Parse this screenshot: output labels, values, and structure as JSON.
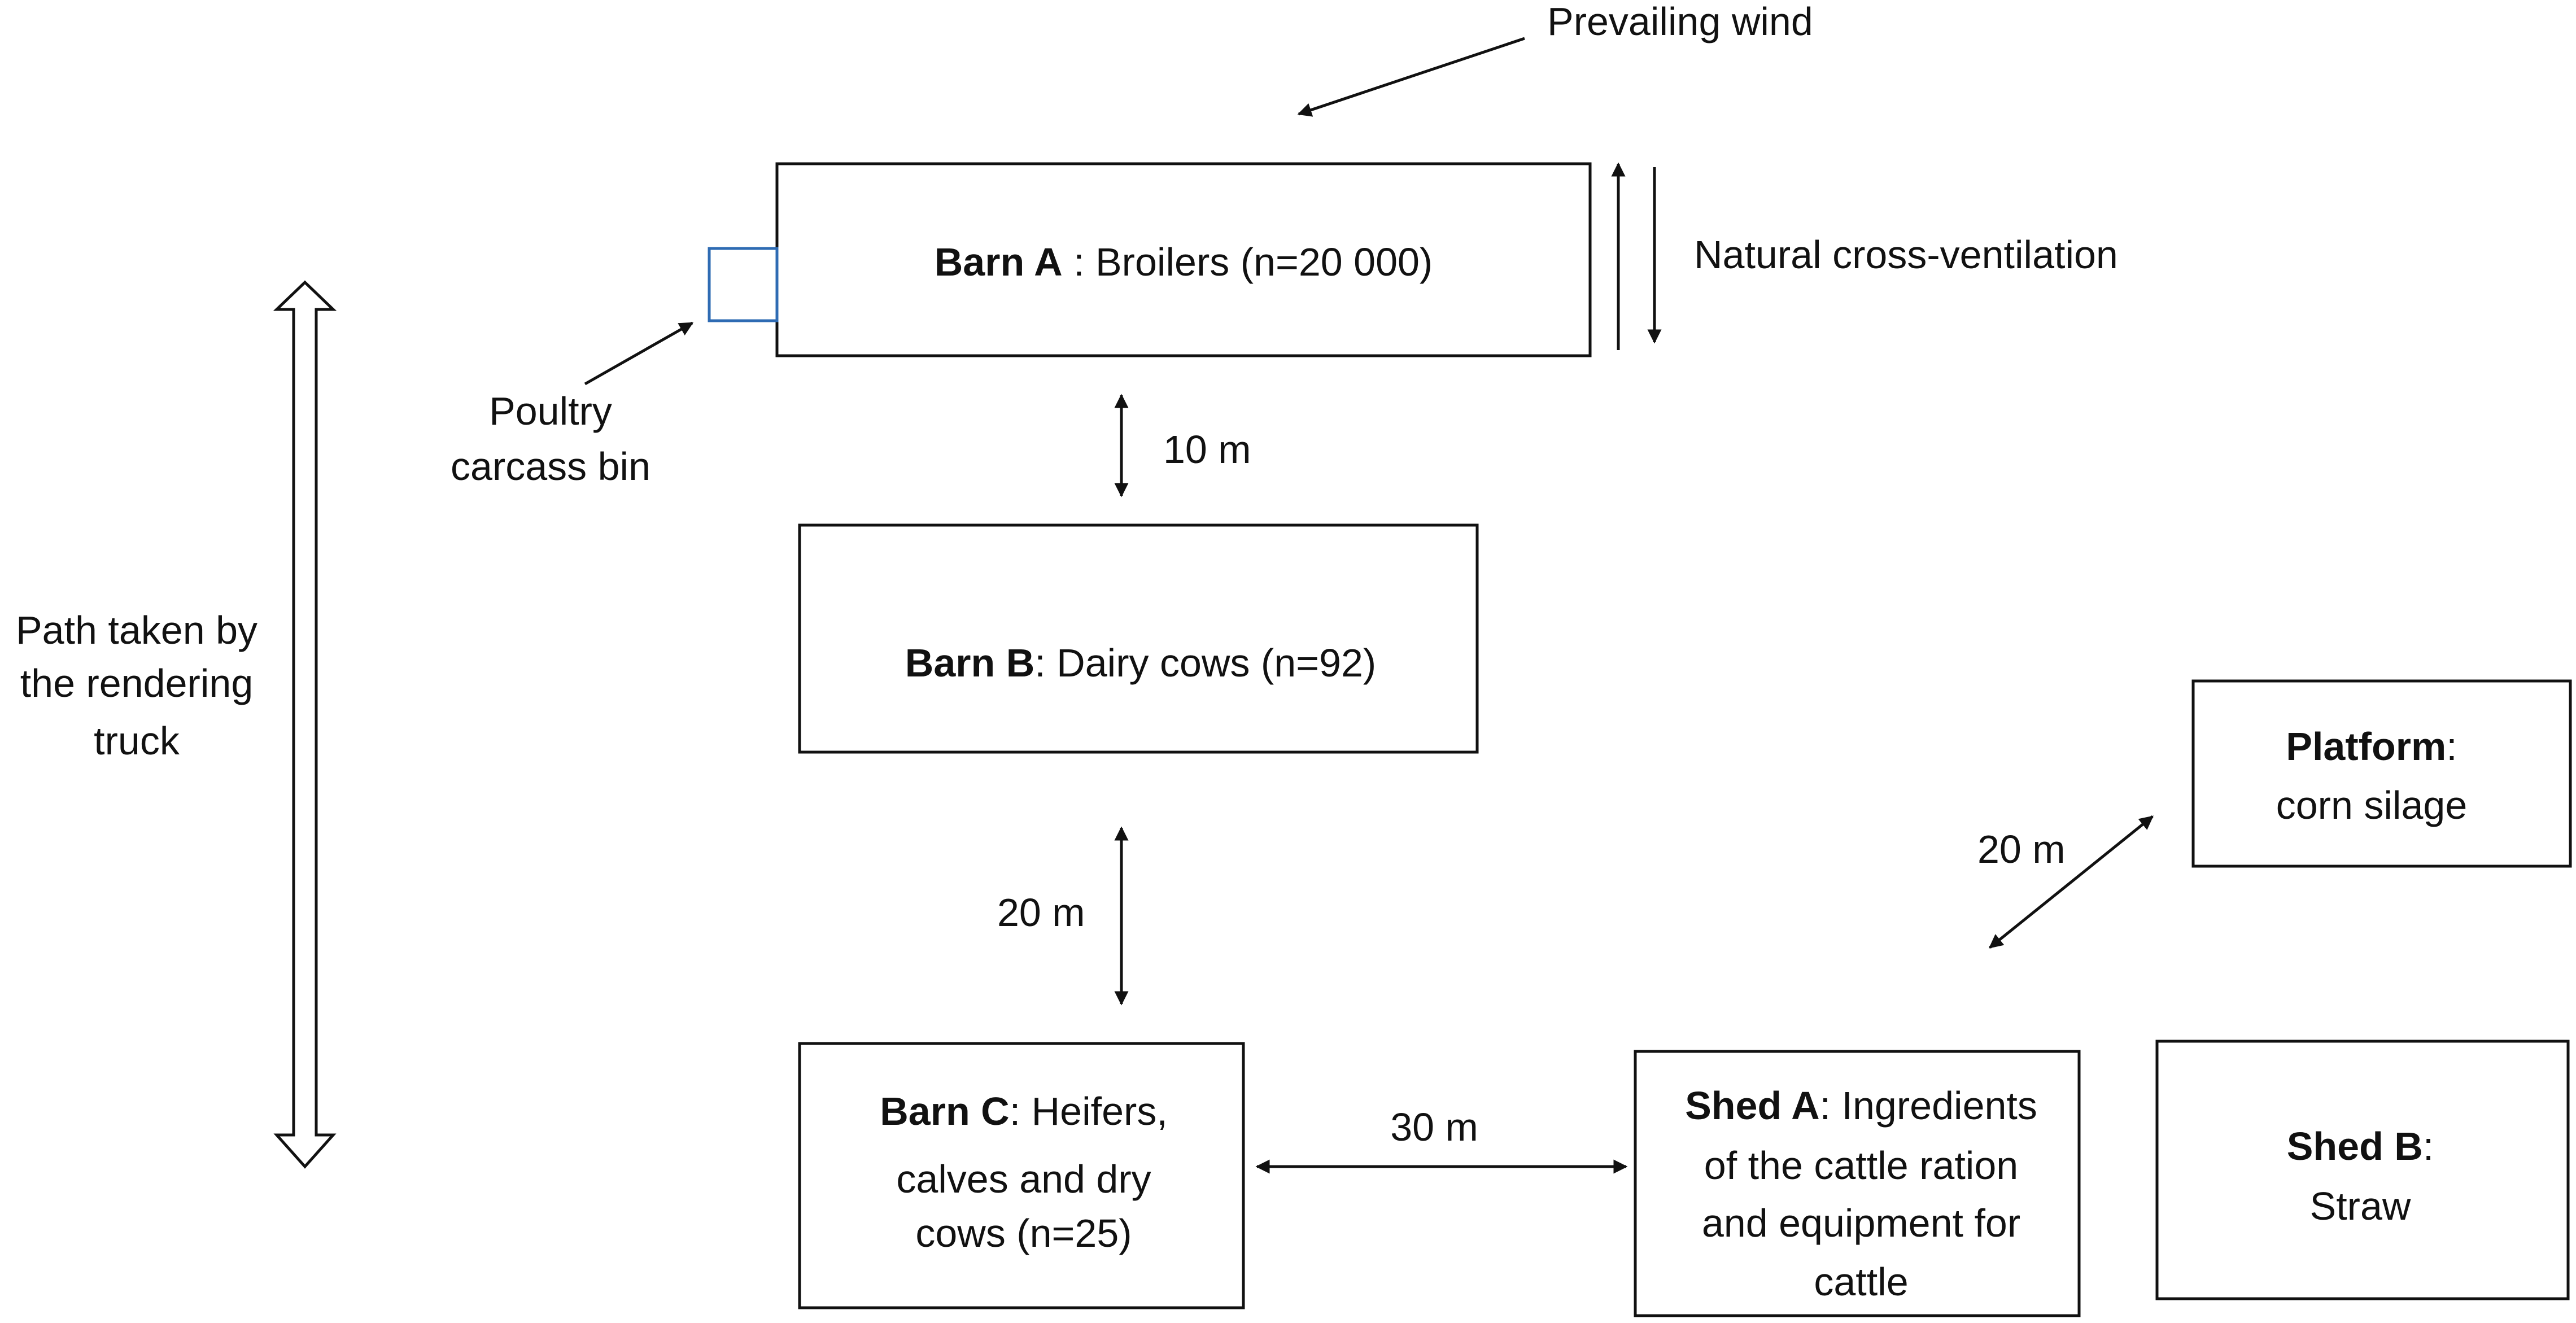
{
  "annotations": {
    "prevailing_wind": "Prevailing wind",
    "natural_cross_ventilation": "Natural cross-ventilation",
    "poultry_carcass_bin_line1": "Poultry",
    "poultry_carcass_bin_line2": "carcass bin",
    "truck_path_line1": "Path taken by",
    "truck_path_line2": "the rendering",
    "truck_path_line3": "truck"
  },
  "buildings": {
    "barn_a": {
      "name": "Barn A",
      "desc": " : Broilers (n=20 000)"
    },
    "barn_b": {
      "name": "Barn B",
      "desc": ": Dairy cows (n=92)"
    },
    "barn_c": {
      "name": "Barn C",
      "desc": ": Heifers,",
      "line2": "calves and dry",
      "line3": "cows (n=25)"
    },
    "shed_a": {
      "name": "Shed A",
      "desc": ": Ingredients",
      "line2": "of the cattle ration",
      "line3": "and equipment for",
      "line4": "cattle"
    },
    "shed_b": {
      "name": "Shed B",
      "desc": ":",
      "line2": "Straw"
    },
    "platform": {
      "name": "Platform",
      "desc": ":",
      "line2": "corn silage"
    }
  },
  "distances": {
    "a_to_b": "10 m",
    "b_to_c": "20 m",
    "c_to_shed_a": "30 m",
    "shed_to_platform": "20 m"
  },
  "colors": {
    "carcass_bin": "#2e6bb3",
    "lines": "#111111"
  }
}
